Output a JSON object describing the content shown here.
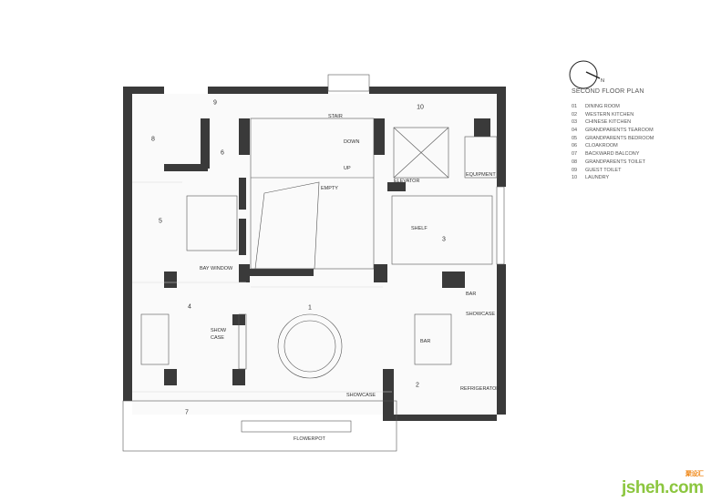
{
  "plan": {
    "title": "SECOND FLOOR PLAN",
    "north_label": "N",
    "legend": [
      {
        "code": "01",
        "name": "DINING ROOM"
      },
      {
        "code": "02",
        "name": "WESTERN KITCHEN"
      },
      {
        "code": "03",
        "name": "CHINESE KITCHEN"
      },
      {
        "code": "04",
        "name": "GRANDPARENTS TEAROOM"
      },
      {
        "code": "05",
        "name": "GRANDPARENTS BEDROOM"
      },
      {
        "code": "06",
        "name": "CLOAKROOM"
      },
      {
        "code": "07",
        "name": "BACKWARD BALCONY"
      },
      {
        "code": "08",
        "name": "GRANDPARENTS TOILET"
      },
      {
        "code": "09",
        "name": "GUEST TOILET"
      },
      {
        "code": "10",
        "name": "LAUNDRY"
      }
    ],
    "room_numbers": [
      "1",
      "2",
      "3",
      "4",
      "5",
      "6",
      "7",
      "8",
      "9",
      "10"
    ],
    "labels": {
      "stair": "STAIR",
      "down": "DOWN",
      "up": "UP",
      "empty": "EMPTY",
      "elevator": "ELEVATOR",
      "equipment": "EQUIPMENT",
      "shelf": "SHELF",
      "bay_window": "BAY WINDOW",
      "bar1": "BAR",
      "bar2": "BAR",
      "showcase1": "SHOWCASE",
      "showcase2": "SHOWCASE",
      "show": "SHOW",
      "case": "CASE",
      "refrigerator": "REFRIGERATOR",
      "flowerpot": "FLOWERPOT"
    }
  },
  "watermark": {
    "text": "jsheh.com",
    "cn": "聚设汇"
  }
}
